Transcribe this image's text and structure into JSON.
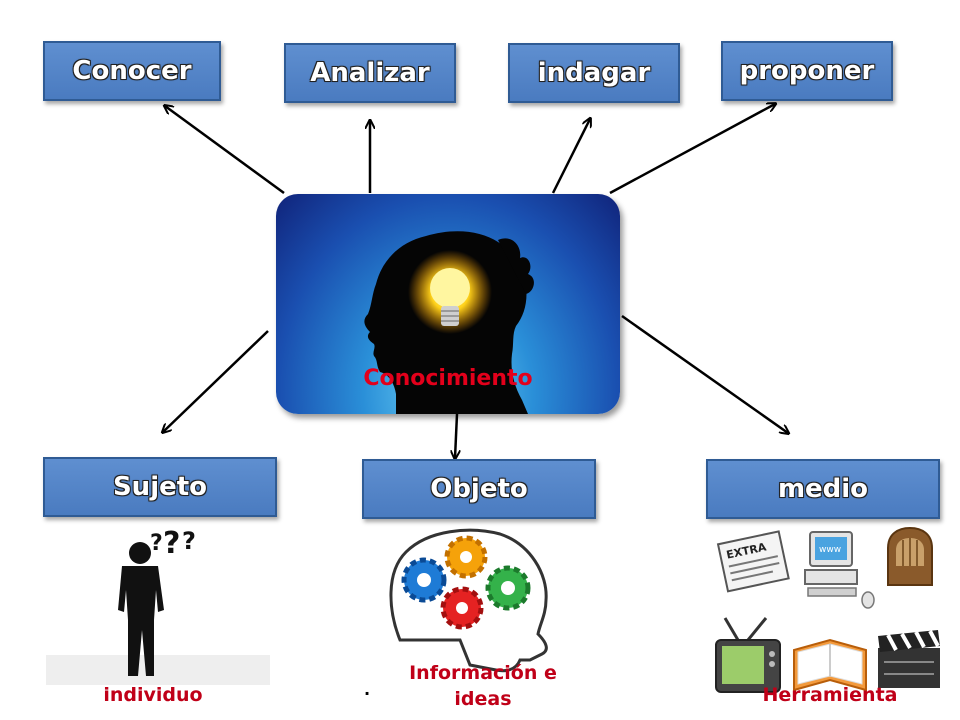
{
  "top_nodes": {
    "conocer": "Conocer",
    "analizar": "Analizar",
    "indagar": "indagar",
    "proponer": "proponer"
  },
  "center": {
    "label": "Conocimiento"
  },
  "bottom_nodes": {
    "sujeto": "Sujeto",
    "objeto": "Objeto",
    "medio": "medio"
  },
  "captions": {
    "individuo": "individuo",
    "info_line1": "Información e",
    "info_line2": "ideas",
    "herramienta": "Herramienta",
    "dot": "."
  },
  "icons": {
    "newspaper_text": "EXTRA",
    "screen_text": "www"
  },
  "colors": {
    "box_fill": "#4f81c4",
    "caption_red": "#c00018",
    "center_label_red": "#e3001b"
  }
}
